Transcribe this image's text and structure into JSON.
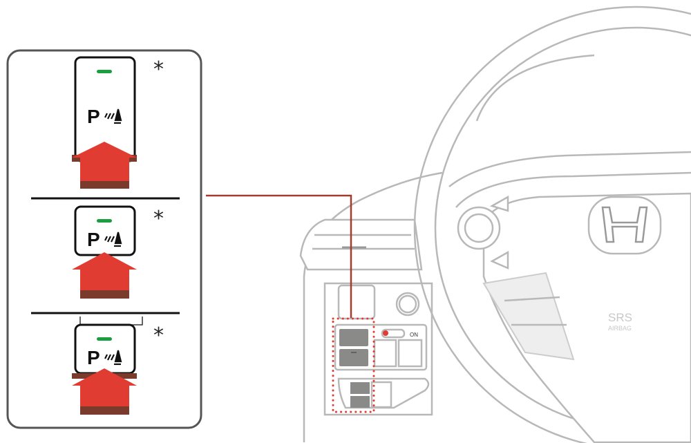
{
  "panel": {
    "buttons": [
      {
        "symbol": "P",
        "note": "*",
        "indicator_color": "#1a9e3f"
      },
      {
        "symbol": "P",
        "note": "*",
        "indicator_color": "#1a9e3f"
      },
      {
        "symbol": "P",
        "note": "*",
        "indicator_color": "#1a9e3f"
      }
    ]
  },
  "dashboard": {
    "switch_label": "ON",
    "airbag_line1": "SRS",
    "airbag_line2": "AIRBAG",
    "logo": "H"
  },
  "colors": {
    "arrow": "#e03c31",
    "arrow_dark": "#7a3a2c",
    "highlight": "#e03c31",
    "connector": "#a33a30",
    "outline": "#b8b8b8"
  }
}
